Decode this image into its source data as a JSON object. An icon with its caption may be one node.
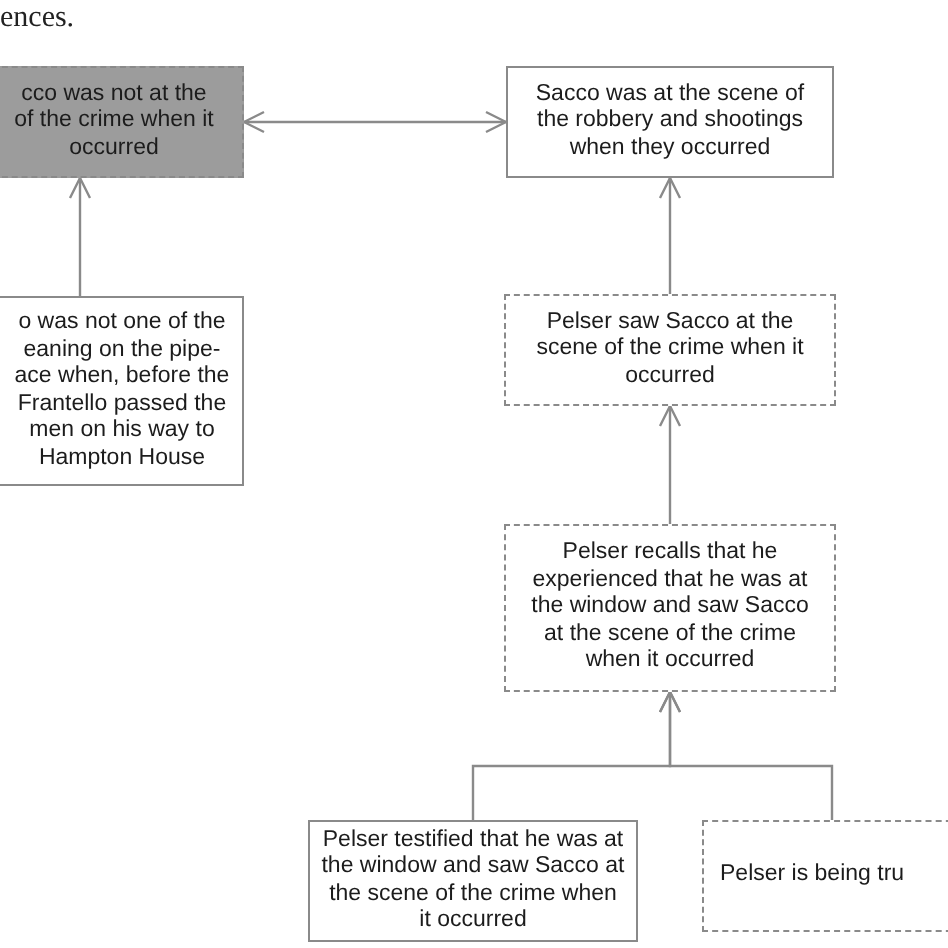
{
  "diagram": {
    "nodes": [
      {
        "text": [
          "cco was not at the of the crime when it occurred"
        ]
      },
      {
        "text": [
          "Sacco was at the scene of the robbery and shootings when they occurred"
        ]
      },
      {
        "text": [
          "o was not one of the eaning on the pipe- ace when, before the Frantello passed the men on his way to Hampton House"
        ]
      },
      {
        "text": [
          "Pelser saw Sacco at the scene of the crime when it occurred"
        ]
      },
      {
        "text": [
          "Pelser recalls that he experienced that he was at the window and saw Sacco at the scene of the crime when it occurred"
        ]
      },
      {
        "text": [
          "Pelser testified that he was at the window and saw Sacco at the scene of the crime when it occurred"
        ]
      },
      {
        "text": [
          "Pelser is being tru"
        ]
      }
    ],
    "edges": [
      {
        "from": 0,
        "to": 1,
        "arrow": "both"
      },
      {
        "from": 2,
        "to": 0,
        "arrow": "to"
      },
      {
        "from": 3,
        "to": 1,
        "arrow": "to"
      },
      {
        "from": 4,
        "to": 3,
        "arrow": "to"
      },
      {
        "from": 5,
        "to": 4,
        "arrow": "to"
      },
      {
        "from": 6,
        "to": 4,
        "arrow": "to"
      }
    ],
    "labels": [
      "ences."
    ]
  }
}
